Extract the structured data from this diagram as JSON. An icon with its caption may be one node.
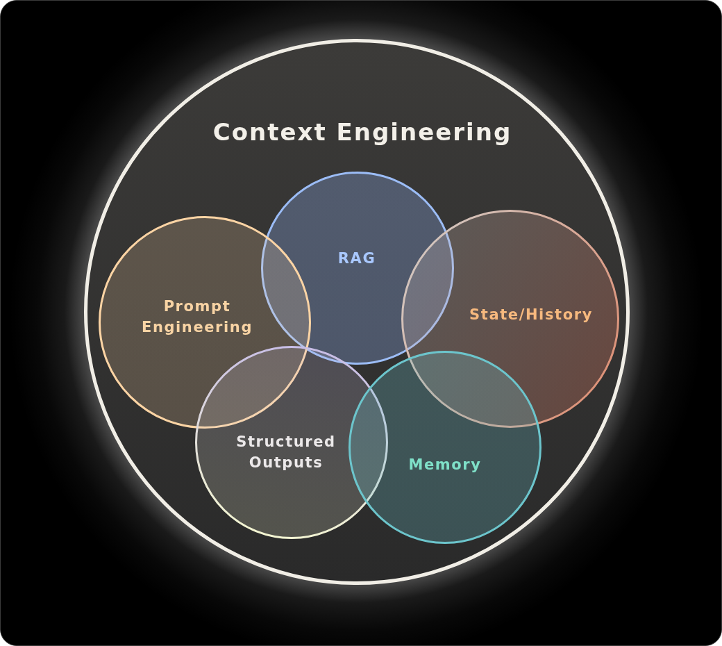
{
  "diagram": {
    "nodes": [
      {
        "text": [
          "Context Engineering"
        ]
      },
      {
        "text": [
          "RAG"
        ],
        "in": 0
      },
      {
        "text": [
          "Prompt Engineering"
        ],
        "in": 0
      },
      {
        "text": [
          "State/History"
        ],
        "in": 0
      },
      {
        "text": [
          "Structured Outputs"
        ],
        "in": 0
      },
      {
        "text": [
          "Memory"
        ],
        "in": 0
      }
    ]
  }
}
